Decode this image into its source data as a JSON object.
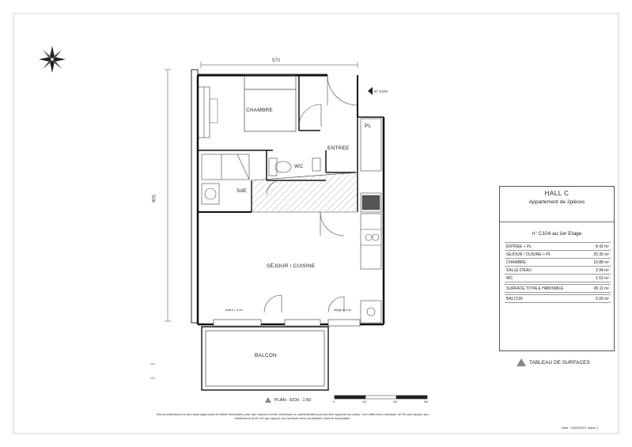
{
  "plan": {
    "dim_top": "570",
    "dim_left": "506",
    "rooms": {
      "chambre": "CHAMBRE",
      "entree": "ENTREE",
      "pl": "PL",
      "wc": "WC",
      "sde": "SdE",
      "sejour": "SÉJOUR / CUISINE",
      "balcon": "BALCON"
    },
    "door_tag": "N° C104",
    "small_note_left": "seuil h = 0 cm",
    "small_note_right": "Allège h=0 cm",
    "scale_label": "PLAN - ECH : 1:50",
    "scale_ticks": [
      "0",
      "1m",
      "2m",
      "3m"
    ]
  },
  "panel": {
    "hall": "HALL  C",
    "subtitle": "Appartement de 2pièces",
    "unit": "n° C104 au 1er Etage",
    "rows": [
      {
        "label": "ENTREE + PL",
        "value": "8.42 m²"
      },
      {
        "label": "SEJOUR / CUISINE + PL",
        "value": "20.35 m²"
      },
      {
        "label": "CHAMBRE",
        "value": "10.88 m²"
      },
      {
        "label": "SALLE D'EAU",
        "value": "3.94 m²"
      },
      {
        "label": "WC",
        "value": "1.53 m²"
      },
      {
        "label": "SURFACE TOTALE HABITABLE",
        "value": "45.11 m²"
      },
      {
        "label": "BALCON",
        "value": "5.00 m²"
      }
    ]
  },
  "legend": {
    "tableau": "TABLEAU DE SURFACES"
  },
  "footer": {
    "disclaimer": "Des modifications ou des aménagements de détail nécessités pour des raisons d'ordre technique ou administratif pourront être apportés au plans. Une différence maximale de 5% par rapport aux dimensions et de 5% par rapport aux surfaces sera considérée comme acceptable.",
    "date": "Date : 24/09/2021  indice 1"
  }
}
